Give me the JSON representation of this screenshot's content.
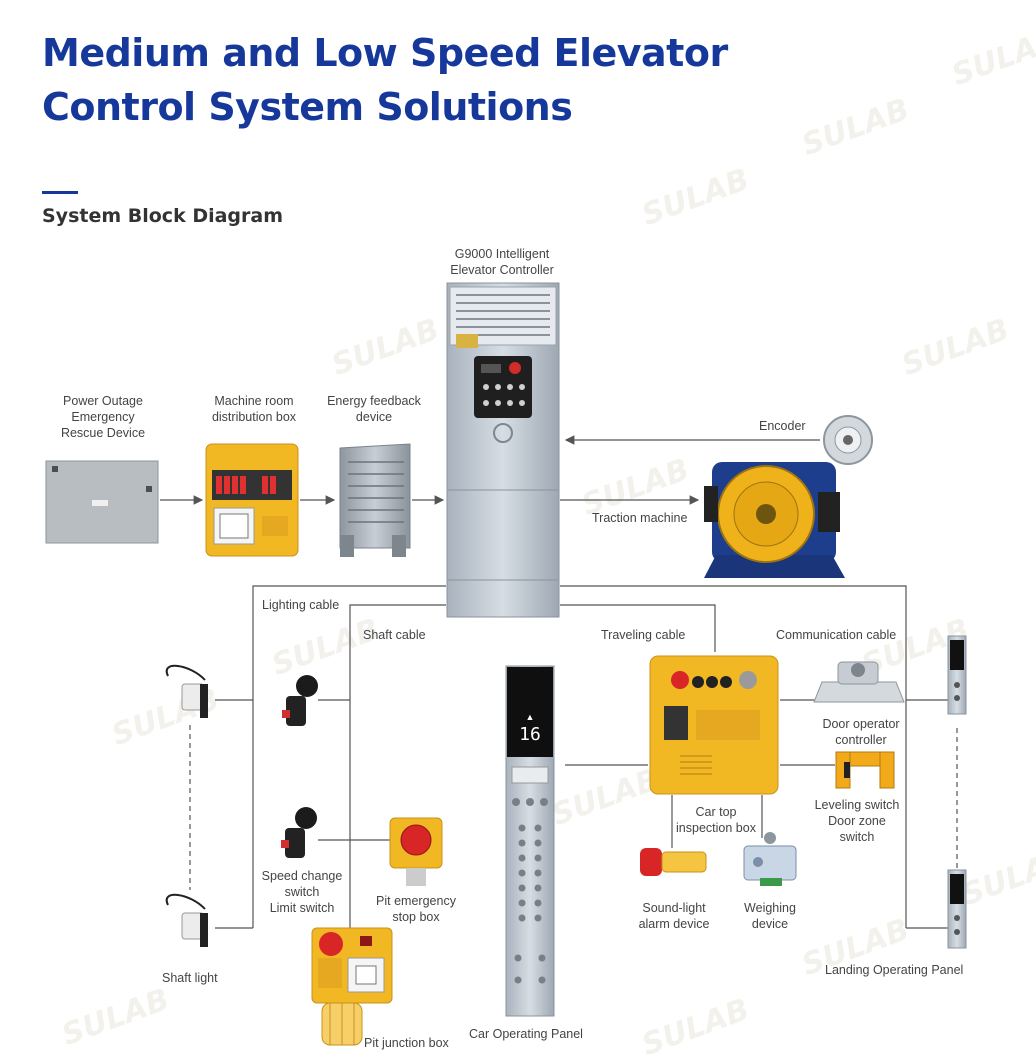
{
  "header": {
    "title_line1": "Medium and Low Speed Elevator",
    "title_line2": "Control System Solutions",
    "section_title": "System Block Diagram"
  },
  "watermark": "SULAB",
  "colors": {
    "brand_blue": "#16389a",
    "device_yellow": "#f2b824",
    "steel": "#b9c2cc",
    "line": "#555555"
  },
  "labels": {
    "controller": "G9000 Intelligent\nElevator Controller",
    "power_outage": "Power Outage\nEmergency\nRescue Device",
    "distribution_box": "Machine room\ndistribution box",
    "energy_feedback": "Energy feedback\ndevice",
    "encoder": "Encoder",
    "traction_machine": "Traction machine",
    "lighting_cable": "Lighting cable",
    "shaft_cable": "Shaft cable",
    "traveling_cable": "Traveling cable",
    "communication_cable": "Communication cable",
    "door_operator": "Door operator\ncontroller",
    "leveling_switch": "Leveling switch\nDoor zone\nswitch",
    "car_top_box": "Car top\ninspection box",
    "speed_change": "Speed change\nswitch\nLimit switch",
    "pit_stop_box": "Pit emergency\nstop box",
    "shaft_light": "Shaft light",
    "pit_junction_box": "Pit junction box",
    "car_panel": "Car Operating Panel",
    "sound_light": "Sound-light\nalarm device",
    "weighing": "Weighing\ndevice",
    "landing_panel": "Landing Operating Panel"
  },
  "devices": {
    "car_panel_floor": "16",
    "car_panel_direction": "▲"
  }
}
